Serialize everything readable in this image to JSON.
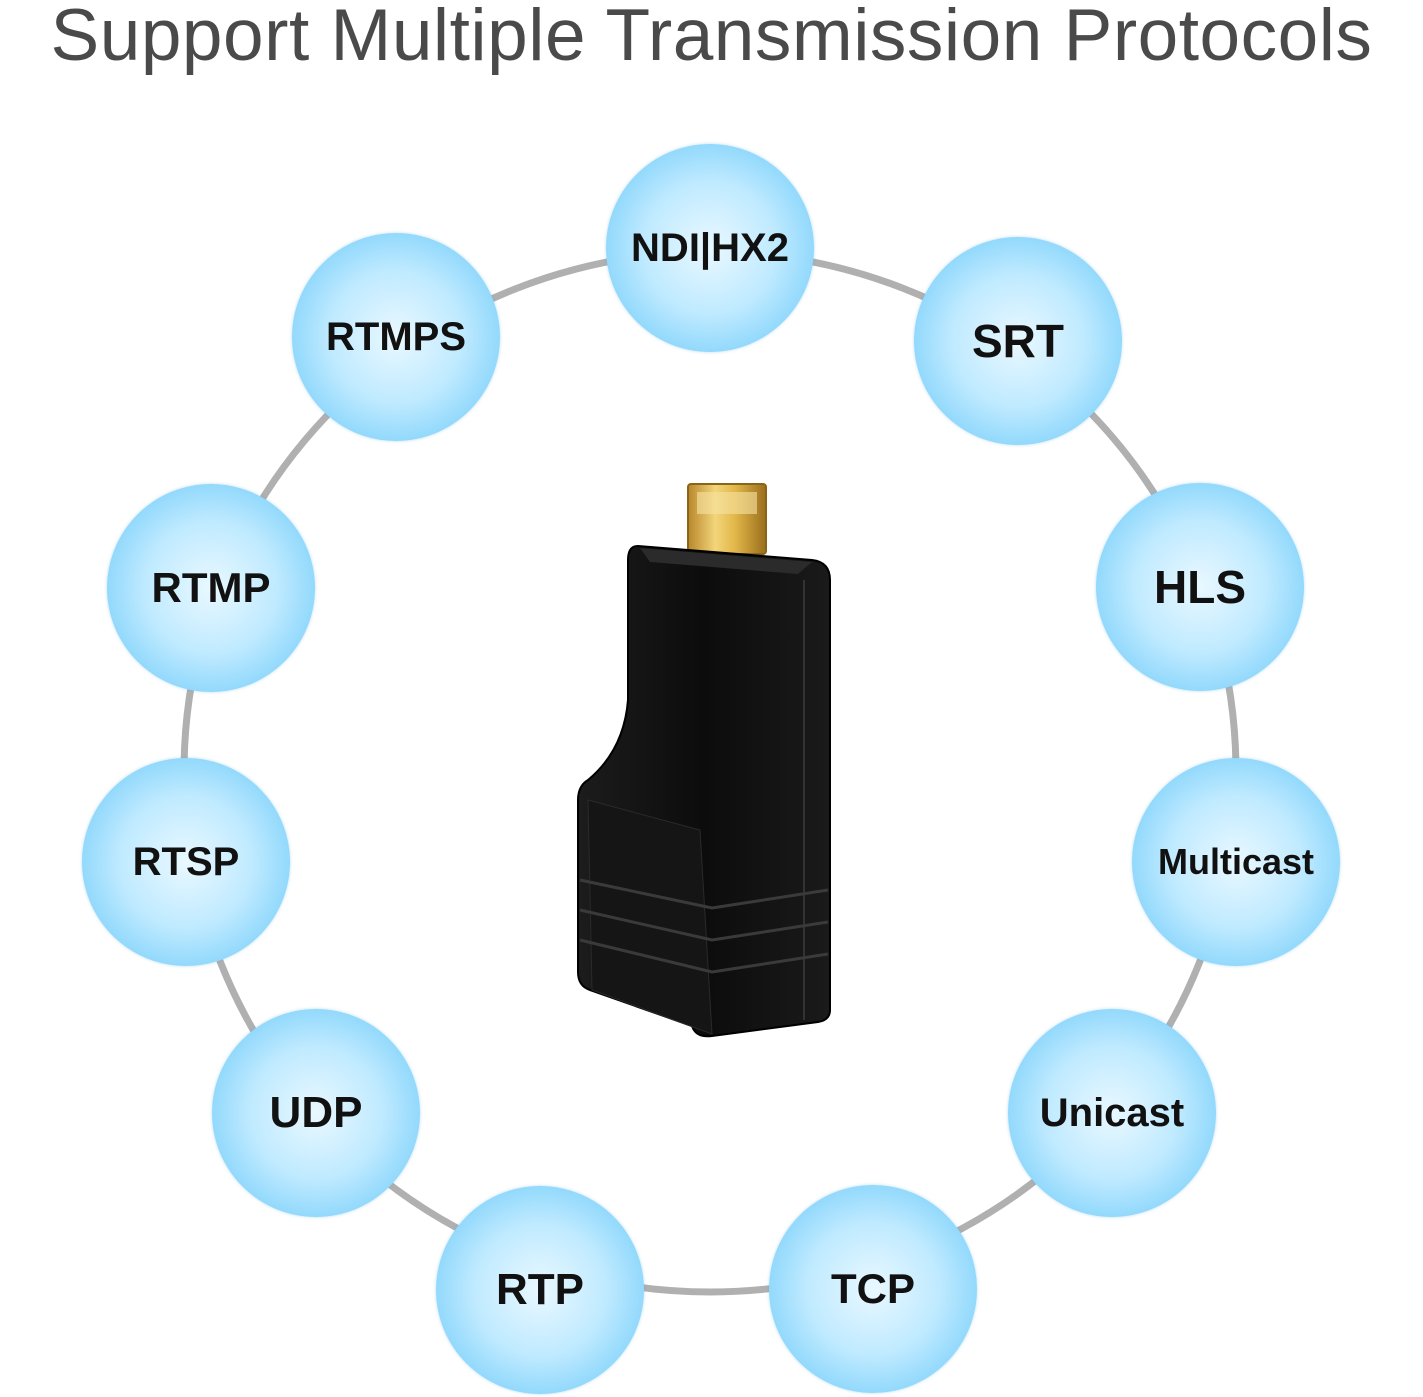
{
  "title": "Support Multiple Transmission Protocols",
  "protocols": [
    "NDI|HX2",
    "SRT",
    "HLS",
    "Multicast",
    "Unicast",
    "TCP",
    "RTP",
    "UDP",
    "RTSP",
    "RTMP",
    "RTMPS"
  ],
  "colors": {
    "bubble": "#86d4fb",
    "ring": "#b0b0b0",
    "title": "#4a4a4a",
    "device": "#111111",
    "connector": "#d8a93a"
  }
}
